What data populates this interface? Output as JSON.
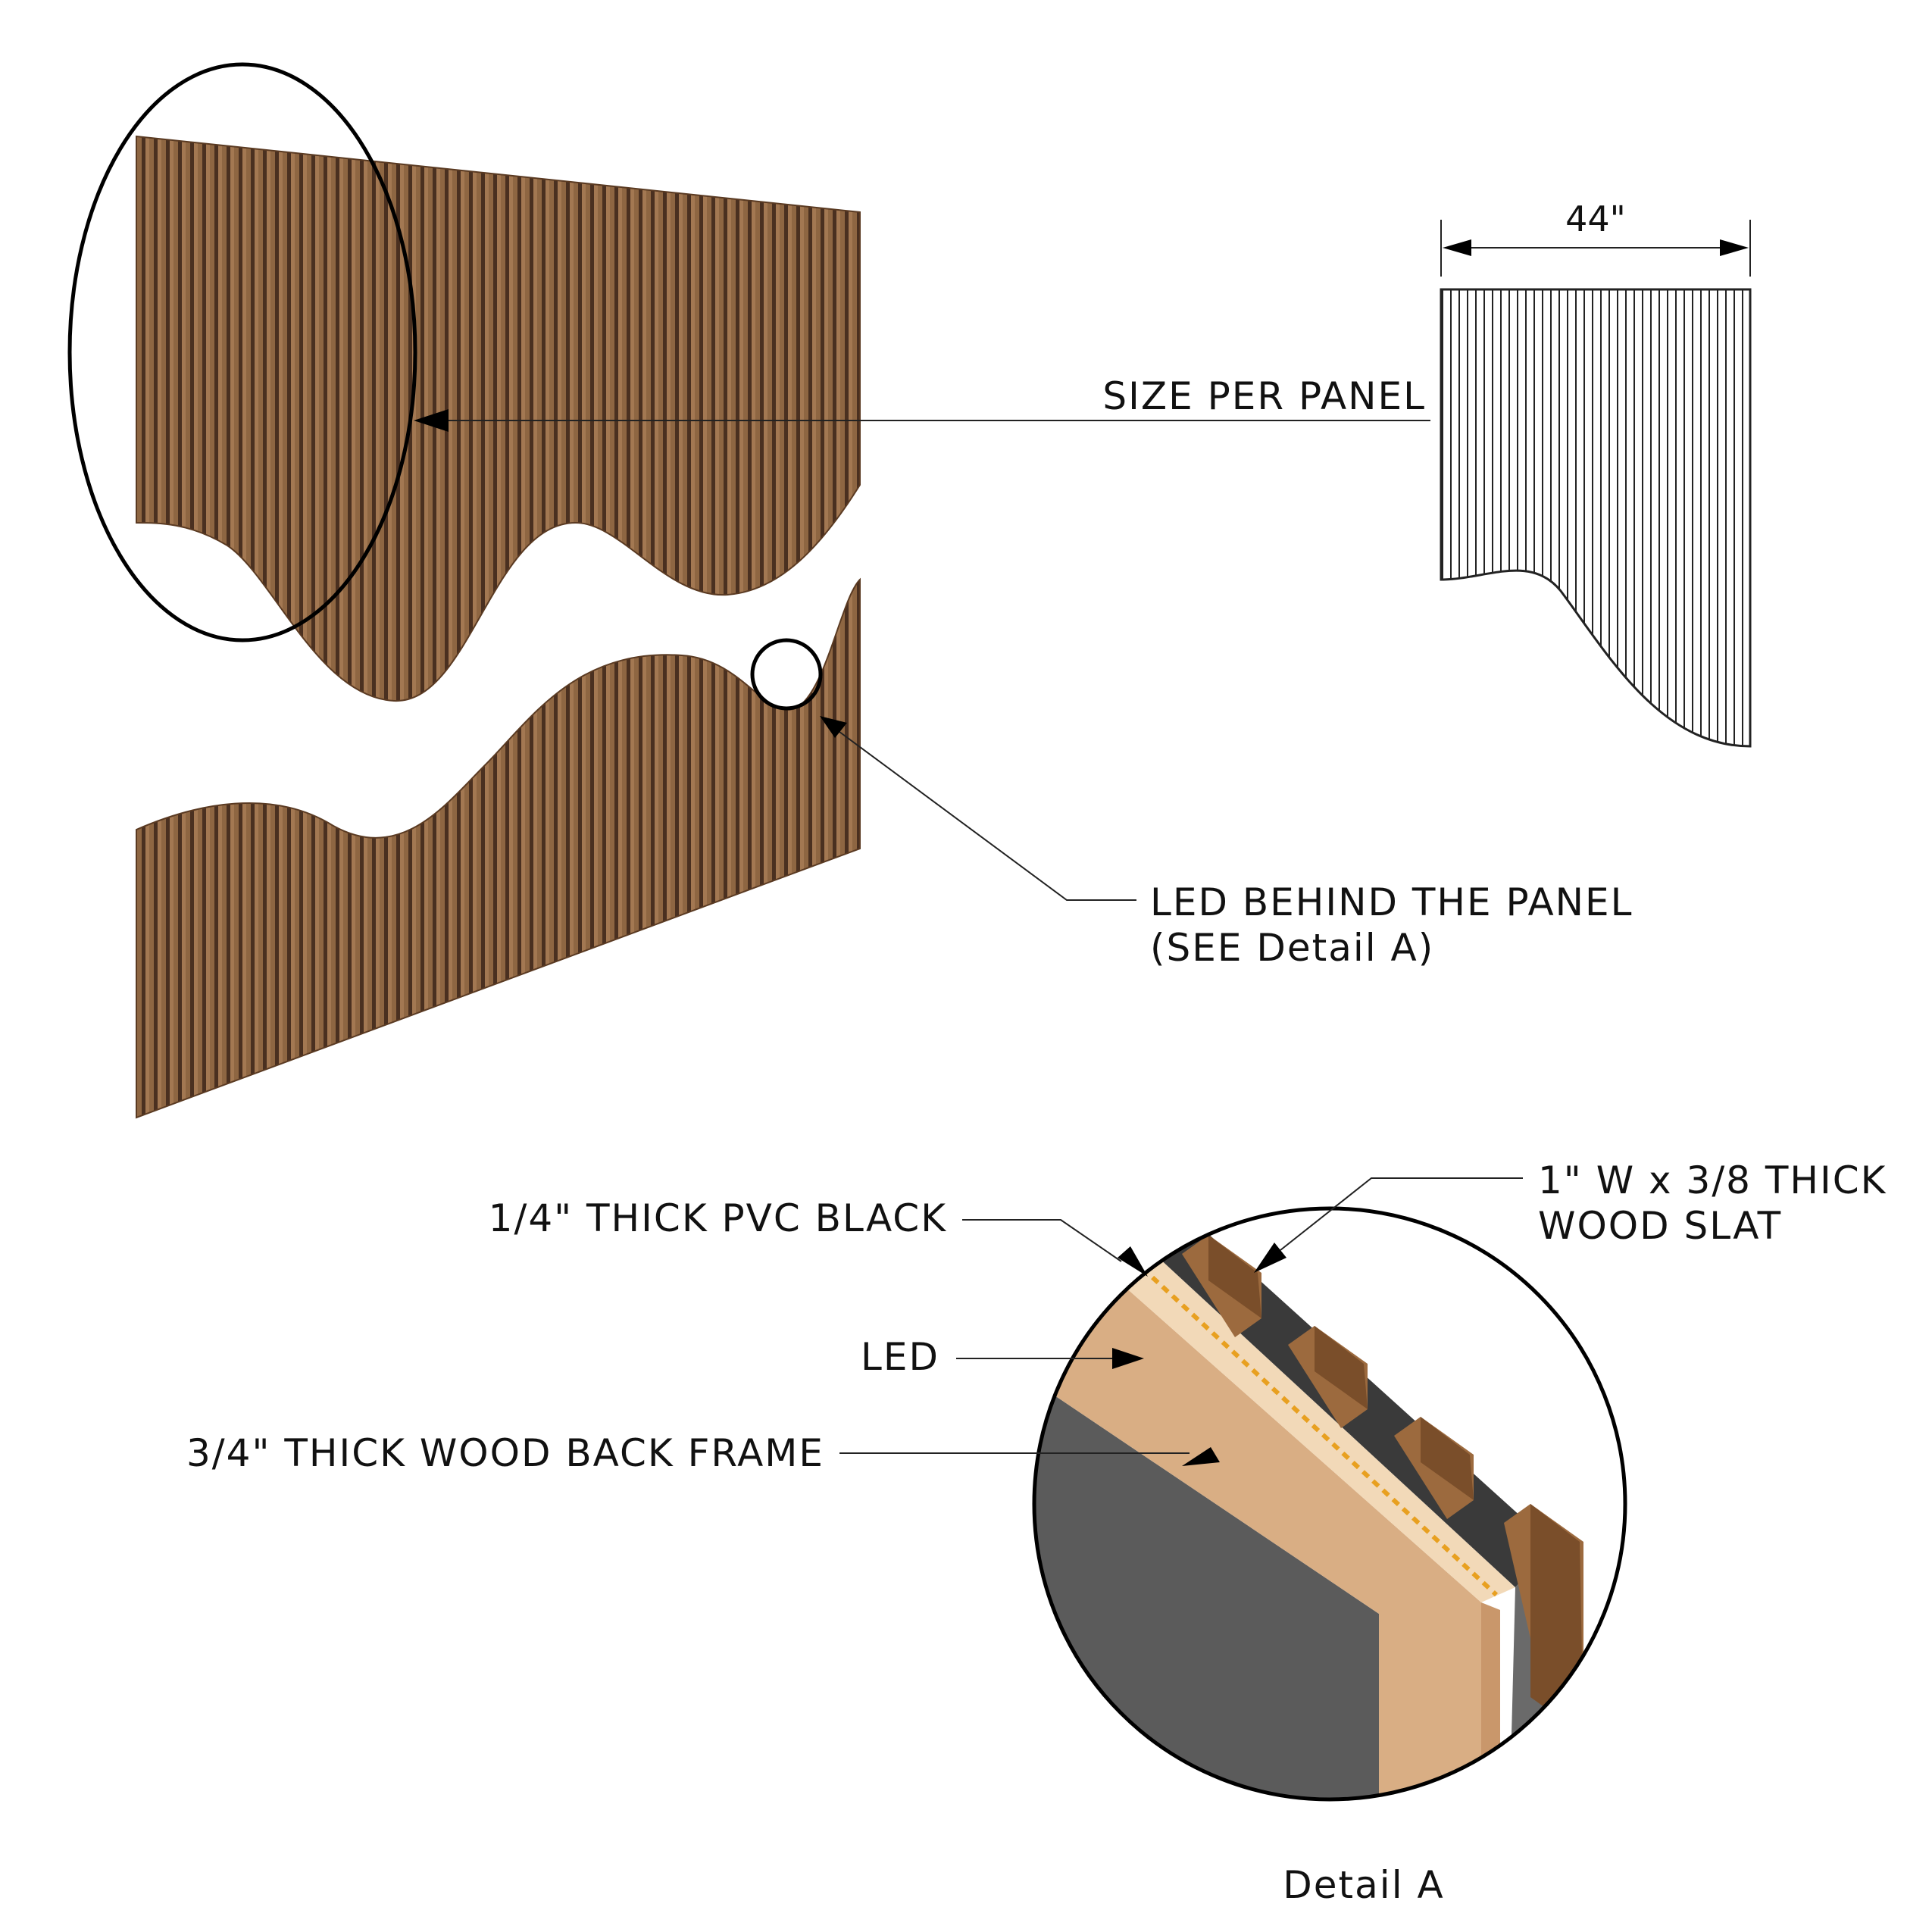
{
  "labels": {
    "dimension_width": "44\"",
    "size_per_panel": "SIZE PER PANEL",
    "led_behind_line1": "LED BEHIND THE PANEL",
    "led_behind_line2": "(SEE Detail A)",
    "pvc": "1/4\"  THICK PVC BLACK",
    "slat_line1": "1\" W x 3/8 THICK",
    "slat_line2": "WOOD SLAT",
    "led": "LED",
    "back_frame": "3/4\" THICK WOOD BACK FRAME",
    "detail_title": "Detail A"
  },
  "colors": {
    "wood_slat": "#8B6240",
    "wood_slat_dark": "#5A3A22",
    "slat_groove": "#3A2818",
    "pvc_black": "#3A3A3A",
    "pvc_side": "#6A6A6A",
    "back_frame_wood": "#D9AE84",
    "back_frame_side": "#E8C49C",
    "led_strip": "#E8A020",
    "wall_gray": "#5A5A5A"
  }
}
